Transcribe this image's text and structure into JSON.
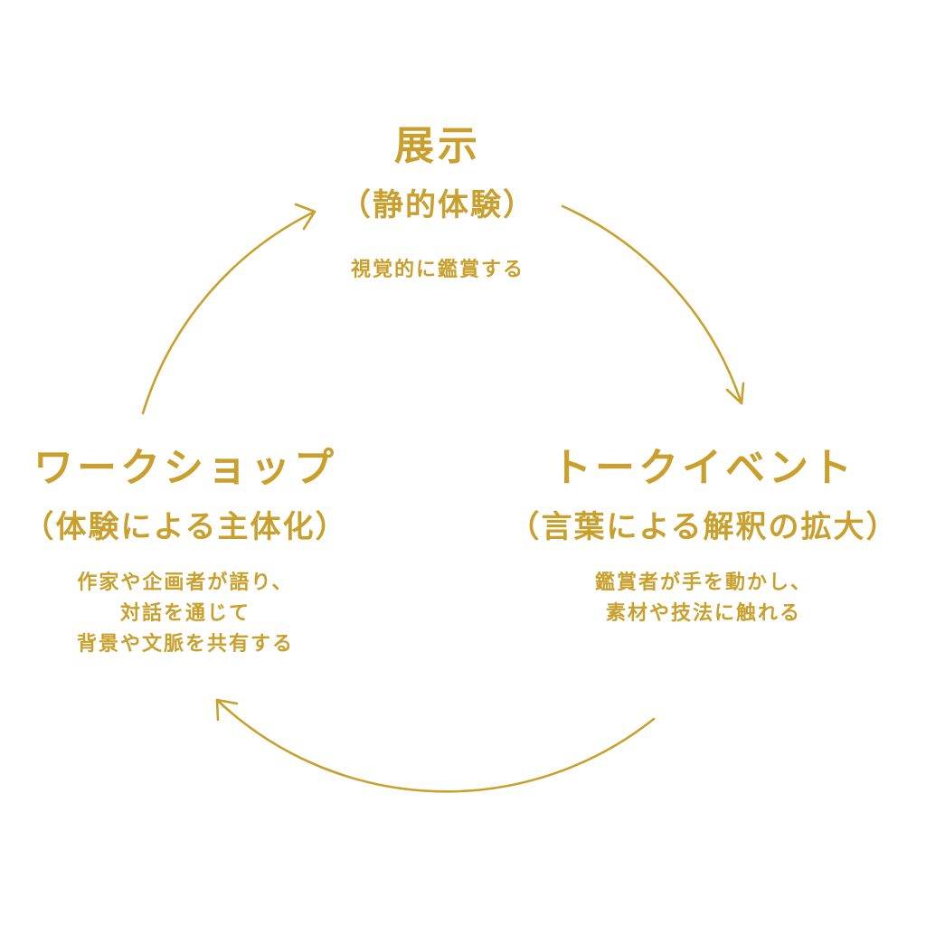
{
  "colors": {
    "accent": "#c9a02e",
    "background": "#ffffff"
  },
  "nodes": {
    "top": {
      "title": "展示",
      "subtitle": "（静的体験）",
      "desc": [
        "視覚的に鑑賞する"
      ]
    },
    "right": {
      "title": "トークイベント",
      "subtitle": "（言葉による解釈の拡大）",
      "desc": [
        "鑑賞者が手を動かし、",
        "素材や技法に触れる"
      ]
    },
    "left": {
      "title": "ワークショップ",
      "subtitle": "（体験による主体化）",
      "desc": [
        "作家や企画者が語り、",
        "対話を通じて",
        "背景や文脈を共有する"
      ]
    }
  },
  "arrows": [
    {
      "from": "top",
      "to": "right",
      "icon": "arrow-head-icon"
    },
    {
      "from": "right",
      "to": "left",
      "icon": "arrow-head-icon"
    },
    {
      "from": "left",
      "to": "top",
      "icon": "arrow-head-icon"
    }
  ]
}
